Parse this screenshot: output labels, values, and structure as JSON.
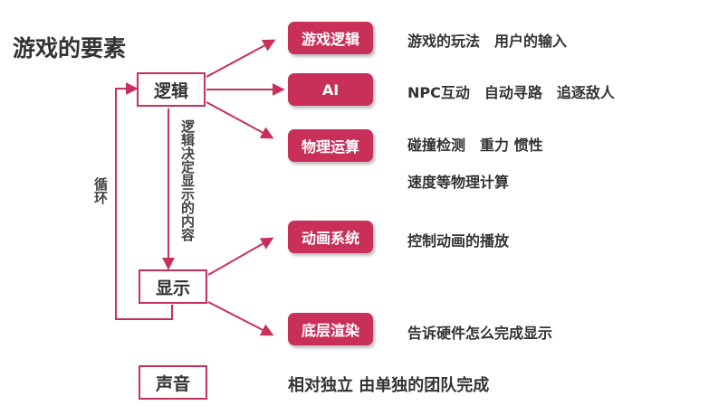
{
  "title": "游戏的要素",
  "nodes": {
    "logic": "逻辑",
    "display": "显示",
    "sound": "声音"
  },
  "edge_labels": {
    "logic_to_display": "逻辑决定显示的内容",
    "loop": "循环"
  },
  "modules": [
    {
      "label": "游戏逻辑",
      "desc": "游戏的玩法　用户的输入"
    },
    {
      "label": "AI",
      "desc": "NPC互动　自动寻路　追逐敌人"
    },
    {
      "label": "物理运算",
      "desc": "碰撞检测　重力 惯性",
      "desc2": "速度等物理计算"
    },
    {
      "label": "动画系统",
      "desc": "控制动画的播放"
    },
    {
      "label": "底层渲染",
      "desc": "告诉硬件怎么完成显示"
    }
  ],
  "sound_desc": "相对独立 由单独的团队完成",
  "colors": {
    "accent": "#c8305a",
    "text": "#333333"
  }
}
